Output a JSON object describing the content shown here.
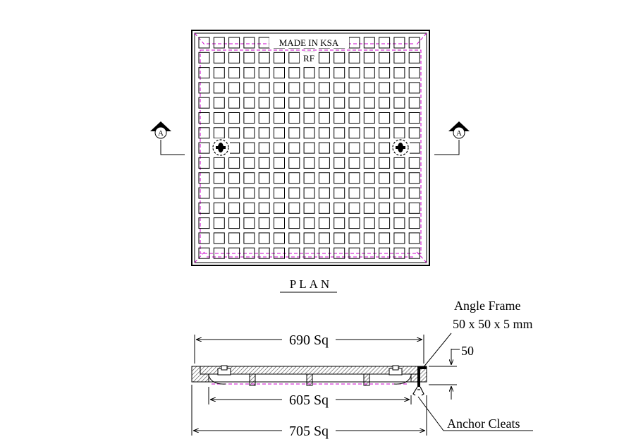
{
  "plan": {
    "title": "PLAN",
    "plate_text_line1": "MADE IN KSA",
    "plate_text_line2": "RF",
    "section_marker_label": "A"
  },
  "section": {
    "angle_frame_label": "Angle Frame",
    "angle_frame_size": "50 x 50 x 5 mm",
    "depth_label": "50",
    "dim_top": "690 Sq",
    "dim_middle": "605 Sq",
    "dim_bottom": "705 Sq",
    "anchor_label": "Anchor Cleats"
  },
  "colors": {
    "line": "#000000",
    "hidden_line": "#cc00cc",
    "hatch": "#555555"
  }
}
